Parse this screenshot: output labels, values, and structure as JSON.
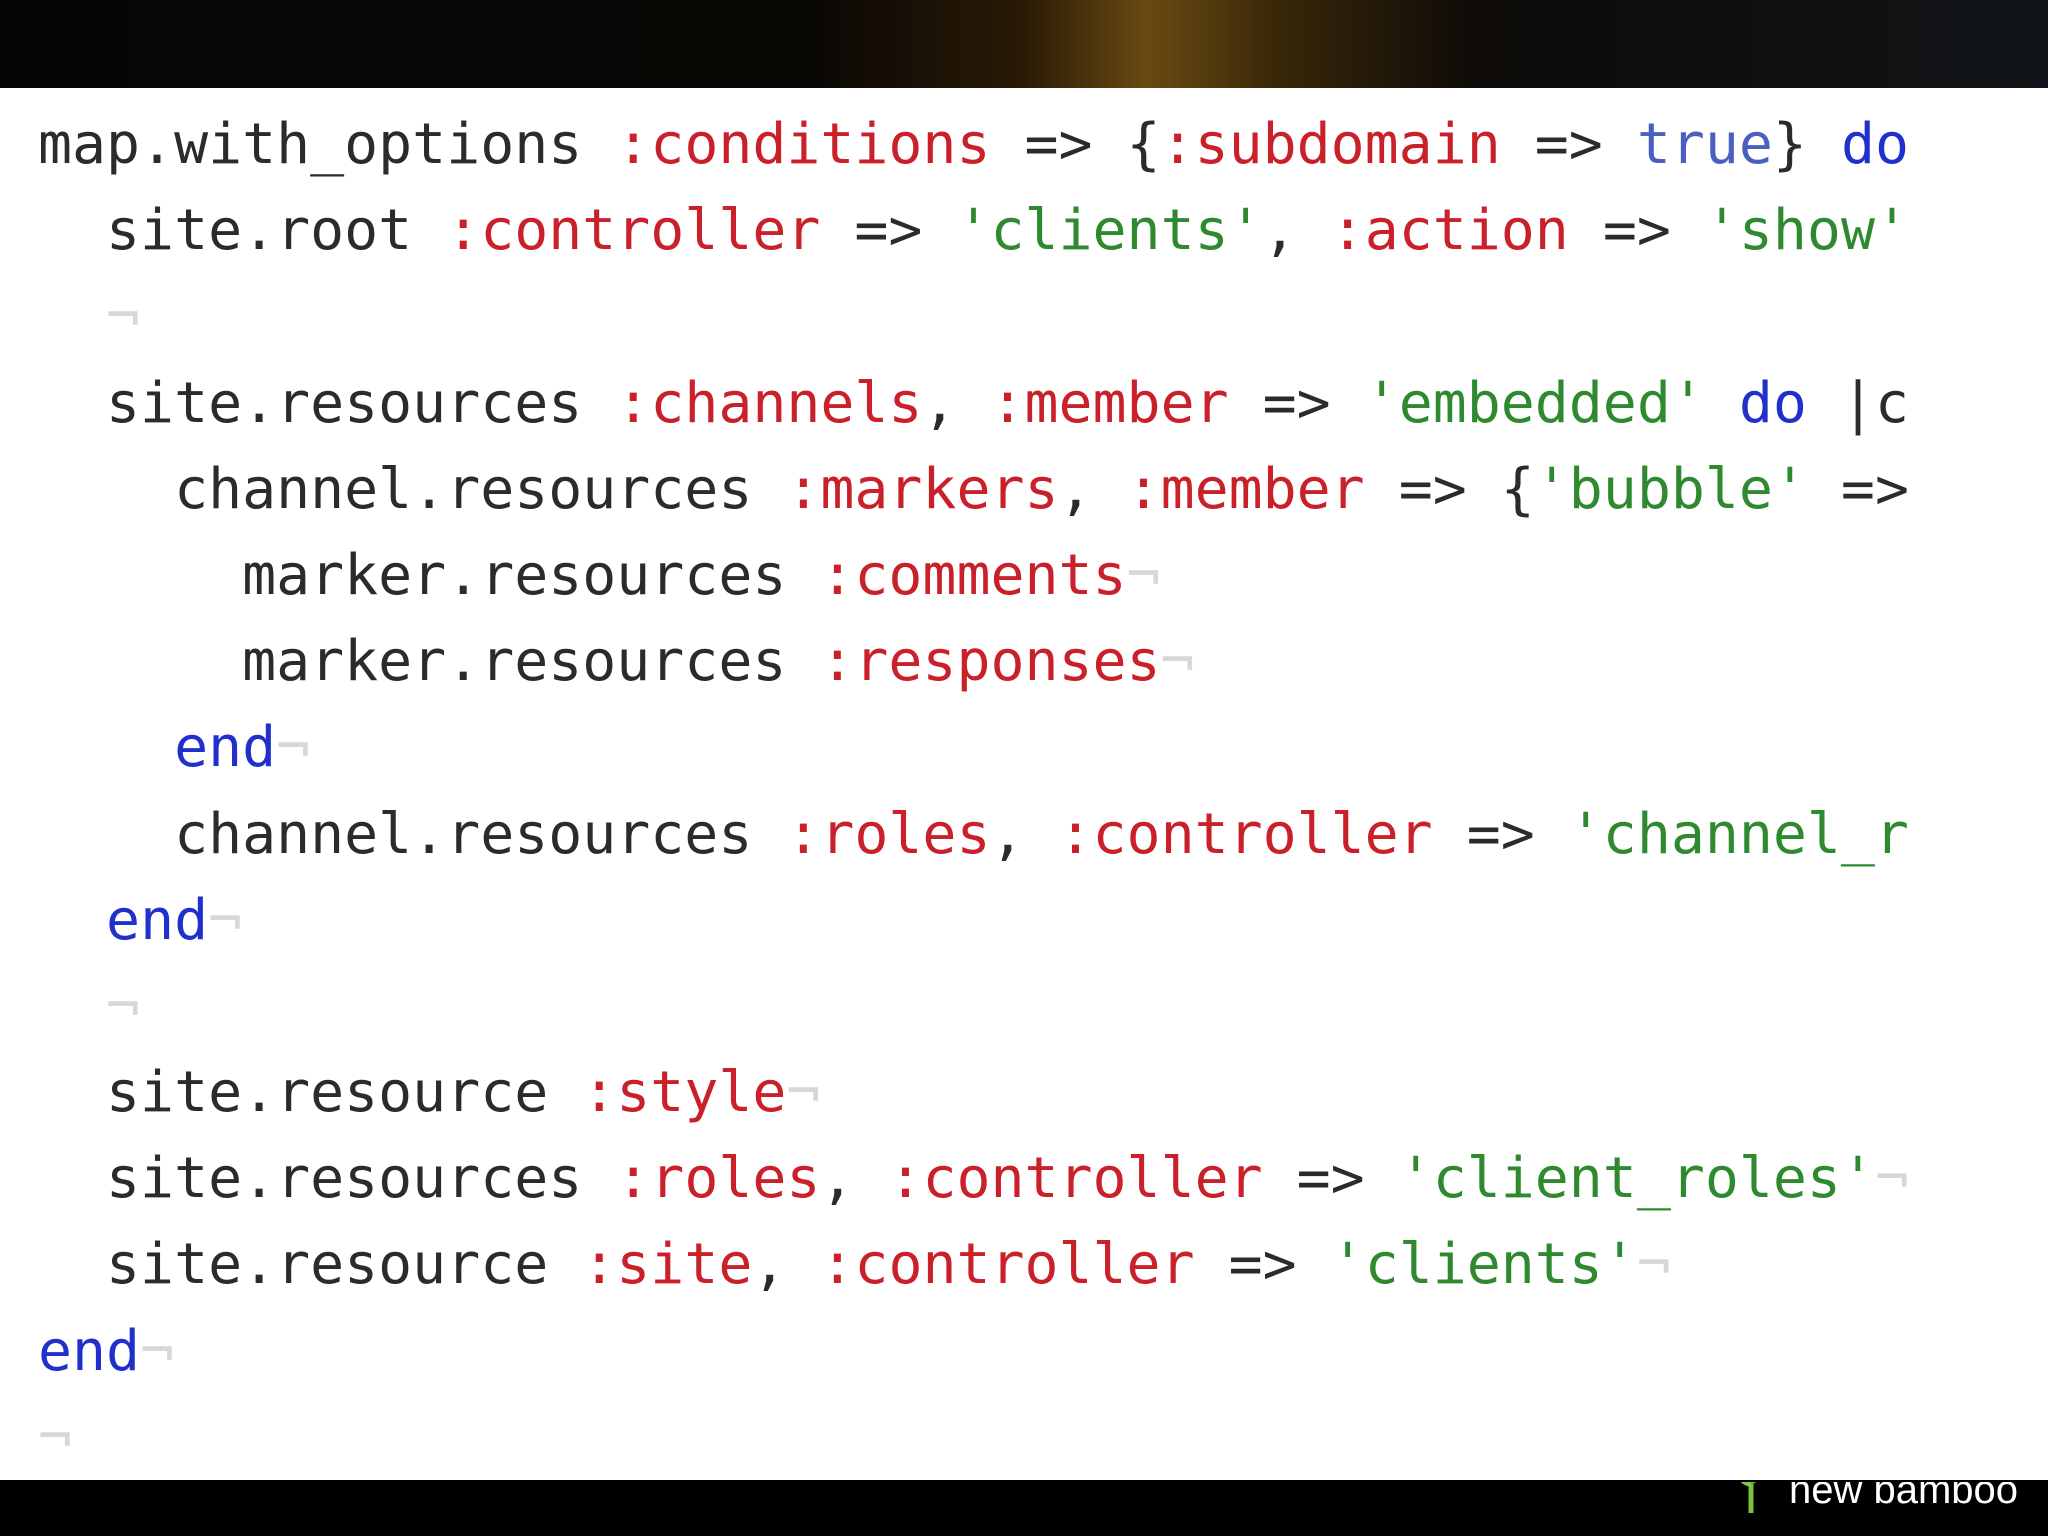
{
  "code_lines": [
    [
      {
        "t": "plain",
        "v": "map.with_options "
      },
      {
        "t": "symbol",
        "v": ":conditions"
      },
      {
        "t": "plain",
        "v": " => {"
      },
      {
        "t": "symbol",
        "v": ":subdomain"
      },
      {
        "t": "plain",
        "v": " => "
      },
      {
        "t": "const",
        "v": "true"
      },
      {
        "t": "plain",
        "v": "} "
      },
      {
        "t": "keyword",
        "v": "do"
      }
    ],
    [
      {
        "t": "plain",
        "v": "  site.root "
      },
      {
        "t": "symbol",
        "v": ":controller"
      },
      {
        "t": "plain",
        "v": " => "
      },
      {
        "t": "string",
        "v": "'clients'"
      },
      {
        "t": "plain",
        "v": ", "
      },
      {
        "t": "symbol",
        "v": ":action"
      },
      {
        "t": "plain",
        "v": " => "
      },
      {
        "t": "string",
        "v": "'show'"
      }
    ],
    [
      {
        "t": "pilcrow",
        "v": "  ¬"
      }
    ],
    [
      {
        "t": "plain",
        "v": "  site.resources "
      },
      {
        "t": "symbol",
        "v": ":channels"
      },
      {
        "t": "plain",
        "v": ", "
      },
      {
        "t": "symbol",
        "v": ":member"
      },
      {
        "t": "plain",
        "v": " => "
      },
      {
        "t": "string",
        "v": "'embedded'"
      },
      {
        "t": "plain",
        "v": " "
      },
      {
        "t": "keyword",
        "v": "do"
      },
      {
        "t": "plain",
        "v": " |c"
      }
    ],
    [
      {
        "t": "plain",
        "v": "    channel.resources "
      },
      {
        "t": "symbol",
        "v": ":markers"
      },
      {
        "t": "plain",
        "v": ", "
      },
      {
        "t": "symbol",
        "v": ":member"
      },
      {
        "t": "plain",
        "v": " => {"
      },
      {
        "t": "string",
        "v": "'bubble'"
      },
      {
        "t": "plain",
        "v": " =>"
      }
    ],
    [
      {
        "t": "plain",
        "v": "      marker.resources "
      },
      {
        "t": "symbol",
        "v": ":comments"
      },
      {
        "t": "pilcrow",
        "v": "¬"
      }
    ],
    [
      {
        "t": "plain",
        "v": "      marker.resources "
      },
      {
        "t": "symbol",
        "v": ":responses"
      },
      {
        "t": "pilcrow",
        "v": "¬"
      }
    ],
    [
      {
        "t": "plain",
        "v": "    "
      },
      {
        "t": "keyword",
        "v": "end"
      },
      {
        "t": "pilcrow",
        "v": "¬"
      }
    ],
    [
      {
        "t": "plain",
        "v": "    channel.resources "
      },
      {
        "t": "symbol",
        "v": ":roles"
      },
      {
        "t": "plain",
        "v": ", "
      },
      {
        "t": "symbol",
        "v": ":controller"
      },
      {
        "t": "plain",
        "v": " => "
      },
      {
        "t": "string",
        "v": "'channel_r"
      }
    ],
    [
      {
        "t": "plain",
        "v": "  "
      },
      {
        "t": "keyword",
        "v": "end"
      },
      {
        "t": "pilcrow",
        "v": "¬"
      }
    ],
    [
      {
        "t": "pilcrow",
        "v": "  ¬"
      }
    ],
    [
      {
        "t": "plain",
        "v": "  site.resource "
      },
      {
        "t": "symbol",
        "v": ":style"
      },
      {
        "t": "pilcrow",
        "v": "¬"
      }
    ],
    [
      {
        "t": "plain",
        "v": "  site.resources "
      },
      {
        "t": "symbol",
        "v": ":roles"
      },
      {
        "t": "plain",
        "v": ", "
      },
      {
        "t": "symbol",
        "v": ":controller"
      },
      {
        "t": "plain",
        "v": " => "
      },
      {
        "t": "string",
        "v": "'client_roles'"
      },
      {
        "t": "pilcrow",
        "v": "¬"
      }
    ],
    [
      {
        "t": "plain",
        "v": "  site.resource "
      },
      {
        "t": "symbol",
        "v": ":site"
      },
      {
        "t": "plain",
        "v": ", "
      },
      {
        "t": "symbol",
        "v": ":controller"
      },
      {
        "t": "plain",
        "v": " => "
      },
      {
        "t": "string",
        "v": "'clients'"
      },
      {
        "t": "pilcrow",
        "v": "¬"
      }
    ],
    [
      {
        "t": "keyword",
        "v": "end"
      },
      {
        "t": "pilcrow",
        "v": "¬"
      }
    ],
    [
      {
        "t": "pilcrow",
        "v": "¬"
      }
    ]
  ],
  "watermark": {
    "text": "new bamboo",
    "icon": "sprout-icon"
  },
  "colors": {
    "symbol": "#c9202a",
    "string": "#2f8a2f",
    "keyword": "#2130cc",
    "const": "#4a5fc0",
    "plain": "#2b2b2b",
    "pilcrow": "#d7d7d7",
    "background": "#ffffff"
  }
}
